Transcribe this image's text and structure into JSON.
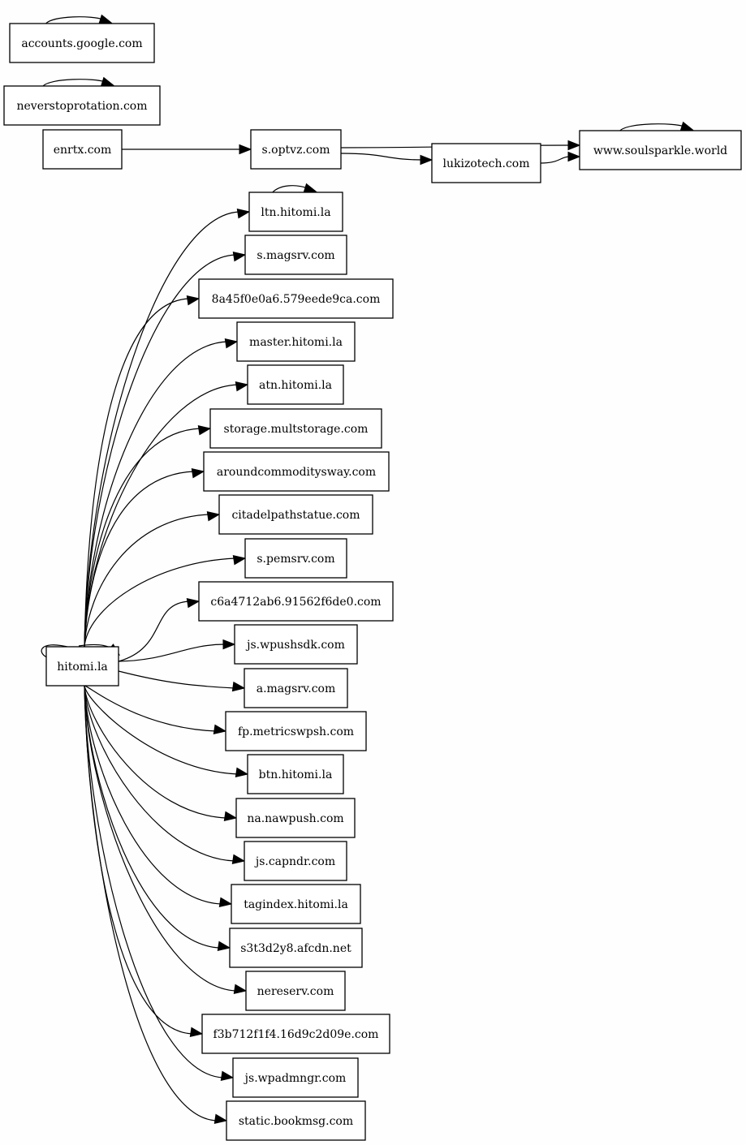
{
  "graph": {
    "nodes": [
      {
        "id": "accounts",
        "label": "accounts.google.com"
      },
      {
        "id": "neverstop",
        "label": "neverstoprotation.com"
      },
      {
        "id": "enrtx",
        "label": "enrtx.com"
      },
      {
        "id": "optvz",
        "label": "s.optvz.com"
      },
      {
        "id": "lukizo",
        "label": "lukizotech.com"
      },
      {
        "id": "soul",
        "label": "www.soulsparkle.world"
      },
      {
        "id": "hitomi",
        "label": "hitomi.la"
      },
      {
        "id": "ltn",
        "label": "ltn.hitomi.la"
      },
      {
        "id": "smag",
        "label": "s.magsrv.com"
      },
      {
        "id": "n8a45",
        "label": "8a45f0e0a6.579eede9ca.com"
      },
      {
        "id": "master",
        "label": "master.hitomi.la"
      },
      {
        "id": "atn",
        "label": "atn.hitomi.la"
      },
      {
        "id": "storage",
        "label": "storage.multstorage.com"
      },
      {
        "id": "around",
        "label": "aroundcommoditysway.com"
      },
      {
        "id": "citadel",
        "label": "citadelpathstatue.com"
      },
      {
        "id": "spem",
        "label": "s.pemsrv.com"
      },
      {
        "id": "c6a4",
        "label": "c6a4712ab6.91562f6de0.com"
      },
      {
        "id": "jswpush",
        "label": "js.wpushsdk.com"
      },
      {
        "id": "amag",
        "label": "a.magsrv.com"
      },
      {
        "id": "fp",
        "label": "fp.metricswpsh.com"
      },
      {
        "id": "btn",
        "label": "btn.hitomi.la"
      },
      {
        "id": "nanaw",
        "label": "na.nawpush.com"
      },
      {
        "id": "capndr",
        "label": "js.capndr.com"
      },
      {
        "id": "tagindex",
        "label": "tagindex.hitomi.la"
      },
      {
        "id": "s3t3",
        "label": "s3t3d2y8.afcdn.net"
      },
      {
        "id": "nereserv",
        "label": "nereserv.com"
      },
      {
        "id": "f3b7",
        "label": "f3b712f1f4.16d9c2d09e.com"
      },
      {
        "id": "wpadmngr",
        "label": "js.wpadmngr.com"
      },
      {
        "id": "bookmsg",
        "label": "static.bookmsg.com"
      }
    ],
    "edges": [
      {
        "from": "accounts",
        "to": "accounts"
      },
      {
        "from": "neverstop",
        "to": "neverstop"
      },
      {
        "from": "enrtx",
        "to": "optvz"
      },
      {
        "from": "optvz",
        "to": "soul"
      },
      {
        "from": "optvz",
        "to": "lukizo"
      },
      {
        "from": "lukizo",
        "to": "soul"
      },
      {
        "from": "soul",
        "to": "soul"
      },
      {
        "from": "ltn",
        "to": "ltn"
      },
      {
        "from": "hitomi",
        "to": "hitomi"
      },
      {
        "from": "hitomi",
        "to": "ltn"
      },
      {
        "from": "hitomi",
        "to": "smag"
      },
      {
        "from": "hitomi",
        "to": "n8a45"
      },
      {
        "from": "hitomi",
        "to": "master"
      },
      {
        "from": "hitomi",
        "to": "atn"
      },
      {
        "from": "hitomi",
        "to": "storage"
      },
      {
        "from": "hitomi",
        "to": "around"
      },
      {
        "from": "hitomi",
        "to": "citadel"
      },
      {
        "from": "hitomi",
        "to": "spem"
      },
      {
        "from": "hitomi",
        "to": "c6a4"
      },
      {
        "from": "hitomi",
        "to": "jswpush"
      },
      {
        "from": "hitomi",
        "to": "amag"
      },
      {
        "from": "hitomi",
        "to": "fp"
      },
      {
        "from": "hitomi",
        "to": "btn"
      },
      {
        "from": "hitomi",
        "to": "nanaw"
      },
      {
        "from": "hitomi",
        "to": "capndr"
      },
      {
        "from": "hitomi",
        "to": "tagindex"
      },
      {
        "from": "hitomi",
        "to": "s3t3"
      },
      {
        "from": "hitomi",
        "to": "nereserv"
      },
      {
        "from": "hitomi",
        "to": "f3b7"
      },
      {
        "from": "hitomi",
        "to": "wpadmngr"
      },
      {
        "from": "hitomi",
        "to": "bookmsg"
      }
    ]
  }
}
